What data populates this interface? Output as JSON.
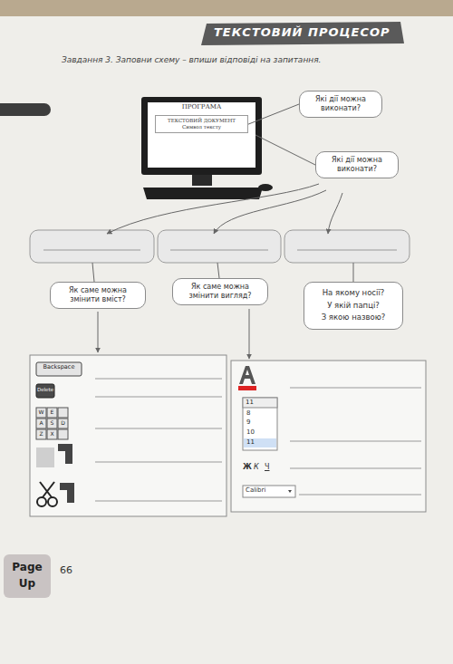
{
  "diagram": {
    "title": "ТЕКСТОВИЙ ПРОЦЕСОР",
    "nodes": [
      {
        "text": [
          "ПРОГРАМА"
        ]
      },
      {
        "text": [
          "ТЕКСТОВИЙ ДОКУМЕНТ",
          "Символ тексту"
        ],
        "in": 0
      },
      {
        "text": [
          "Які дії можна виконати?"
        ]
      },
      {
        "text": [
          "Які дії можна виконати?"
        ]
      },
      {
        "text": [
          "Як саме можна змінити вміст?"
        ]
      },
      {
        "text": [
          "Як саме можна змінити вигляд?"
        ]
      },
      {
        "text": [
          "На якому носії?",
          "У якій папці?",
          "З якою назвою?"
        ]
      }
    ],
    "edges": [
      {
        "from": 1,
        "to": 2,
        "arrow": "none"
      },
      {
        "from": 0,
        "to": 3,
        "arrow": "none"
      }
    ],
    "labels": [
      "Завдання 3. Заповни схему – впиши відповіді на запитання.",
      "Backspace",
      "Delete",
      "W",
      "E",
      "A",
      "S",
      "D",
      "Z",
      "X",
      "11",
      "8",
      "9",
      "10",
      "11",
      "Ж",
      "К",
      "Ч",
      "Calibri",
      "Page",
      "Up",
      "66"
    ]
  }
}
